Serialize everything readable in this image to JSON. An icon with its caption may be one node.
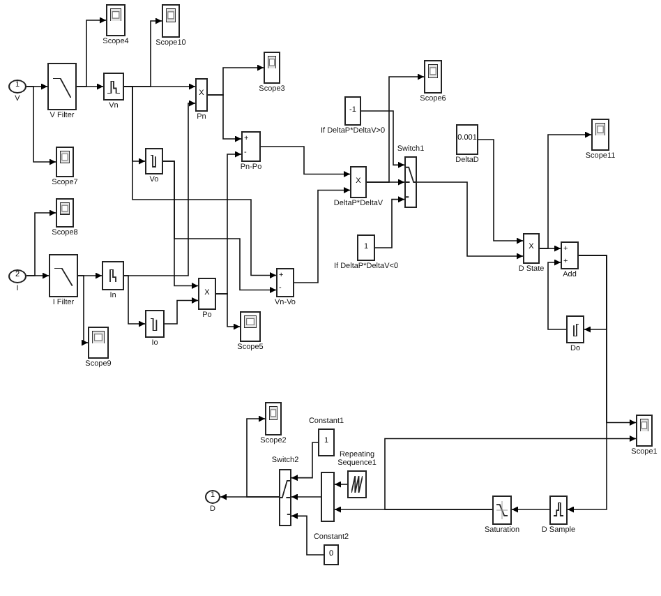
{
  "diagram": {
    "nodes": [
      {
        "text": [
          "1",
          "V"
        ]
      },
      {
        "text": [
          "V Filter"
        ]
      },
      {
        "text": [
          "Scope4"
        ]
      },
      {
        "text": [
          "Vn"
        ]
      },
      {
        "text": [
          "Scope10"
        ]
      },
      {
        "text": [
          "X",
          "Pn"
        ]
      },
      {
        "text": [
          "Scope3"
        ]
      },
      {
        "text": [
          "+",
          "-",
          "Pn-Po"
        ]
      },
      {
        "text": [
          "Scope7"
        ]
      },
      {
        "text": [
          "Vo"
        ]
      },
      {
        "text": [
          "Scope8"
        ]
      },
      {
        "text": [
          "2",
          "I"
        ]
      },
      {
        "text": [
          "I Filter"
        ]
      },
      {
        "text": [
          "In"
        ]
      },
      {
        "text": [
          "Scope9"
        ]
      },
      {
        "text": [
          "Io"
        ]
      },
      {
        "text": [
          "X",
          "Po"
        ]
      },
      {
        "text": [
          "Scope5"
        ]
      },
      {
        "text": [
          "+",
          "-",
          "Vn-Vo"
        ]
      },
      {
        "text": [
          "Scope6"
        ]
      },
      {
        "text": [
          "-1",
          "If DeltaP*DeltaV>0"
        ]
      },
      {
        "text": [
          "X",
          "DeltaP*DeltaV"
        ]
      },
      {
        "text": [
          "Switch1"
        ]
      },
      {
        "text": [
          "1",
          "If DeltaP*DeltaV<0"
        ]
      },
      {
        "text": [
          "0.001",
          "DeltaD"
        ]
      },
      {
        "text": [
          "X",
          "D State"
        ]
      },
      {
        "text": [
          "Scope11"
        ]
      },
      {
        "text": [
          "+",
          "+",
          "Add"
        ]
      },
      {
        "text": [
          "Do"
        ]
      },
      {
        "text": [
          "Scope2"
        ]
      },
      {
        "text": [
          "Constant1",
          "1"
        ]
      },
      {
        "text": [
          "Repeating Sequence1"
        ]
      },
      {
        "text": [
          "Switch2"
        ]
      },
      {
        "text": [],
        "shape": "box"
      },
      {
        "text": [
          "1",
          "D"
        ]
      },
      {
        "text": [
          "Constant2",
          "0"
        ]
      },
      {
        "text": [
          "Saturation"
        ]
      },
      {
        "text": [
          "D Sample"
        ]
      },
      {
        "text": [
          "Scope1"
        ]
      }
    ],
    "edges": [
      {
        "from": 0,
        "to": 1,
        "arrow": "to"
      },
      {
        "from": 0,
        "to": 8,
        "arrow": "to"
      },
      {
        "from": 1,
        "to": 2,
        "arrow": "to"
      },
      {
        "from": 1,
        "to": 3,
        "arrow": "to"
      },
      {
        "from": 3,
        "to": 4,
        "arrow": "to"
      },
      {
        "from": 3,
        "to": 5,
        "arrow": "to"
      },
      {
        "from": 3,
        "to": 9,
        "arrow": "to"
      },
      {
        "from": 3,
        "to": 18,
        "arrow": "to"
      },
      {
        "from": 5,
        "to": 6,
        "arrow": "to"
      },
      {
        "from": 5,
        "to": 7,
        "arrow": "to"
      },
      {
        "from": 11,
        "to": 12,
        "arrow": "to"
      },
      {
        "from": 11,
        "to": 10,
        "arrow": "to"
      },
      {
        "from": 12,
        "to": 13,
        "arrow": "to"
      },
      {
        "from": 12,
        "to": 14,
        "arrow": "to"
      },
      {
        "from": 13,
        "to": 5,
        "arrow": "to"
      },
      {
        "from": 13,
        "to": 15,
        "arrow": "to"
      },
      {
        "from": 15,
        "to": 16,
        "arrow": "to"
      },
      {
        "from": 9,
        "to": 16,
        "arrow": "to"
      },
      {
        "from": 9,
        "to": 18,
        "arrow": "to"
      },
      {
        "from": 16,
        "to": 7,
        "arrow": "to"
      },
      {
        "from": 16,
        "to": 17,
        "arrow": "to"
      },
      {
        "from": 7,
        "to": 21,
        "arrow": "to"
      },
      {
        "from": 18,
        "to": 21,
        "arrow": "to"
      },
      {
        "from": 21,
        "to": 22,
        "arrow": "to"
      },
      {
        "from": 21,
        "to": 19,
        "arrow": "to"
      },
      {
        "from": 20,
        "to": 22,
        "arrow": "to"
      },
      {
        "from": 23,
        "to": 22,
        "arrow": "to"
      },
      {
        "from": 22,
        "to": 25,
        "arrow": "to"
      },
      {
        "from": 24,
        "to": 25,
        "arrow": "to"
      },
      {
        "from": 25,
        "to": 27,
        "arrow": "to"
      },
      {
        "from": 25,
        "to": 26,
        "arrow": "to"
      },
      {
        "from": 28,
        "to": 27,
        "arrow": "to"
      },
      {
        "from": 27,
        "to": 28,
        "arrow": "to"
      },
      {
        "from": 27,
        "to": 38,
        "arrow": "to"
      },
      {
        "from": 27,
        "to": 37,
        "arrow": "to"
      },
      {
        "from": 37,
        "to": 36,
        "arrow": "to"
      },
      {
        "from": 36,
        "to": 33,
        "arrow": "to"
      },
      {
        "from": 36,
        "to": 38,
        "arrow": "to"
      },
      {
        "from": 31,
        "to": 33,
        "arrow": "to"
      },
      {
        "from": 33,
        "to": 32,
        "arrow": "to"
      },
      {
        "from": 30,
        "to": 32,
        "arrow": "to"
      },
      {
        "from": 35,
        "to": 32,
        "arrow": "to"
      },
      {
        "from": 32,
        "to": 34,
        "arrow": "to"
      },
      {
        "from": 32,
        "to": 29,
        "arrow": "to"
      }
    ]
  }
}
